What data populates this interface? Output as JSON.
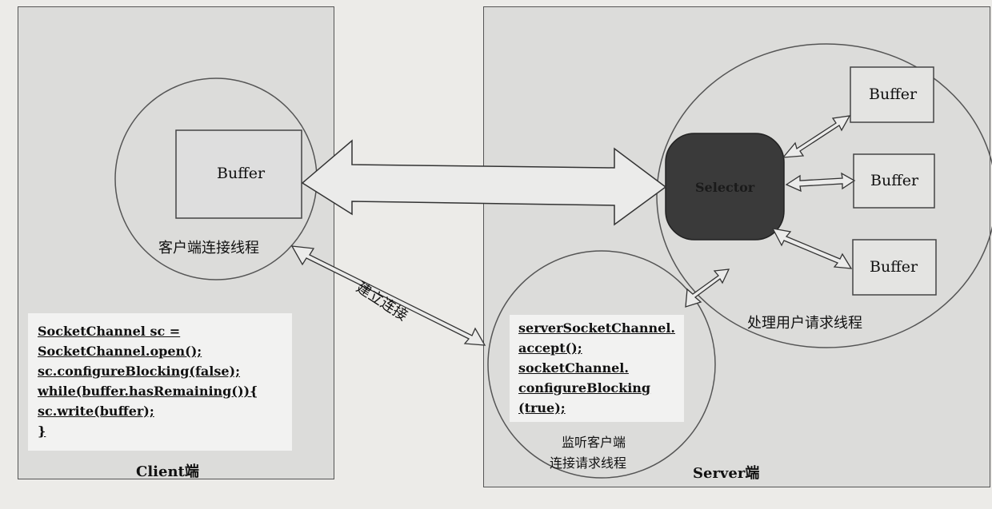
{
  "client": {
    "panel_label": "Client端",
    "buffer_label": "Buffer",
    "thread_label": "客户端连接线程",
    "code_lines": [
      "SocketChannel sc =",
      "SocketChannel.open();",
      "sc.configureBlocking(false);",
      "while(buffer.hasRemaining()){",
      "sc.write(buffer);",
      "}"
    ]
  },
  "connection": {
    "label": "建立连接"
  },
  "server": {
    "panel_label": "Server端",
    "selector_label": "Selector",
    "buffers": [
      "Buffer",
      "Buffer",
      "Buffer"
    ],
    "handler_thread_label": "处理用户请求线程",
    "listener_thread_label_line1": "监听客户端",
    "listener_thread_label_line2": "连接请求线程",
    "code_lines": [
      "serverSocketChannel.",
      "accept();",
      "socketChannel.",
      "configureBlocking",
      "(true);"
    ]
  },
  "colors": {
    "panel": "#dcdcda",
    "selector": "#3a3a3a",
    "stroke": "#555555"
  }
}
